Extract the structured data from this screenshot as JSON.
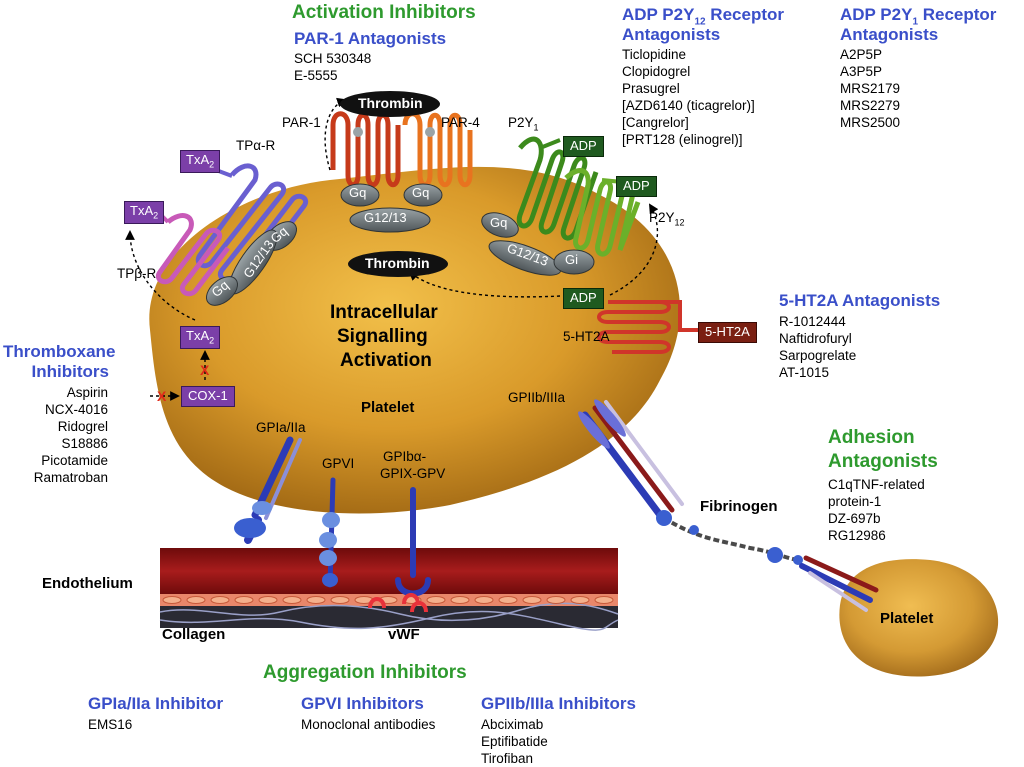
{
  "colors": {
    "platelet": "#d99a2a",
    "green_heading": "#2e9a2e",
    "blue_heading": "#3a4fc9",
    "txa2_box": "#7b3fa8",
    "adp_box": "#1f5a1f",
    "ht2a_box": "#7a1f12",
    "thrombin_oval": "#111111",
    "endothelium": "#8f1414"
  },
  "activation": {
    "title": "Activation Inhibitors",
    "par1": {
      "heading": "PAR-1 Antagonists",
      "items": [
        "SCH 530348",
        "E-5555"
      ]
    }
  },
  "p2y12": {
    "heading_line1_pre": "ADP P2Y",
    "heading_line1_sub": "12",
    "heading_line1_post": " Receptor",
    "heading_line2": "Antagonists",
    "items": [
      "Ticlopidine",
      "Clopidogrel",
      "Prasugrel",
      "[AZD6140 (ticagrelor)]",
      "[Cangrelor]",
      "[PRT128 (elinogrel)]"
    ]
  },
  "p2y1": {
    "heading_line1_pre": "ADP P2Y",
    "heading_line1_sub": "1",
    "heading_line1_post": " Receptor",
    "heading_line2": "Antagonists",
    "items": [
      "A2P5P",
      "A3P5P",
      "MRS2179",
      "MRS2279",
      "MRS2500"
    ]
  },
  "ht2a": {
    "heading": "5-HT2A Antagonists",
    "items": [
      "R-1012444",
      "Naftidrofuryl",
      "Sarpogrelate",
      "AT-1015"
    ]
  },
  "thromboxane": {
    "heading_line1": "Thromboxane",
    "heading_line2": "Inhibitors",
    "items": [
      "Aspirin",
      "NCX-4016",
      "Ridogrel",
      "S18886",
      "Picotamide",
      "Ramatroban"
    ]
  },
  "adhesion": {
    "heading_line1": "Adhesion",
    "heading_line2": "Antagonists",
    "items": [
      "C1qTNF-related",
      "protein-1",
      "DZ-697b",
      "RG12986"
    ]
  },
  "aggregation": {
    "title": "Aggregation Inhibitors",
    "gpia": {
      "heading": "GPIa/IIa Inhibitor",
      "items": [
        "EMS16"
      ]
    },
    "gpvi": {
      "heading": "GPVI Inhibitors",
      "items": [
        "Monoclonal antibodies"
      ]
    },
    "gpiib": {
      "heading": "GPIIb/IIIa Inhibitors",
      "items": [
        "Abciximab",
        "Eptifibatide",
        "Tirofiban"
      ]
    }
  },
  "diagram": {
    "center_line1": "Intracellular",
    "center_line2": "Signalling",
    "center_line3": "Activation",
    "platelet": "Platelet",
    "platelet2": "Platelet",
    "thrombin_top": "Thrombin",
    "thrombin_mid": "Thrombin",
    "par1": "PAR-1",
    "par4": "PAR-4",
    "p2y1_pre": "P2Y",
    "p2y1_sub": "1",
    "p2y12_pre": "P2Y",
    "p2y12_sub": "12",
    "adp1": "ADP",
    "adp2": "ADP",
    "adp3": "ADP",
    "txa2_pre": "TxA",
    "txa2_sub": "2",
    "tpa_r": "TPα-R",
    "tpb_r": "TPβ-R",
    "cox1": "COX-1",
    "ht2a_label": "5-HT2A",
    "ht2a_box": "5-HT2A",
    "gq": "Gq",
    "g1213": "G12/13",
    "gi": "Gi",
    "gpiib": "GPIIb/IIIa",
    "gpia": "GPIa/IIa",
    "gpvi": "GPVI",
    "gpib_line1": "GPIbα-",
    "gpib_line2": "GPIX-GPV",
    "fibrinogen": "Fibrinogen",
    "endothelium": "Endothelium",
    "collagen": "Collagen",
    "vwf": "vWF"
  }
}
